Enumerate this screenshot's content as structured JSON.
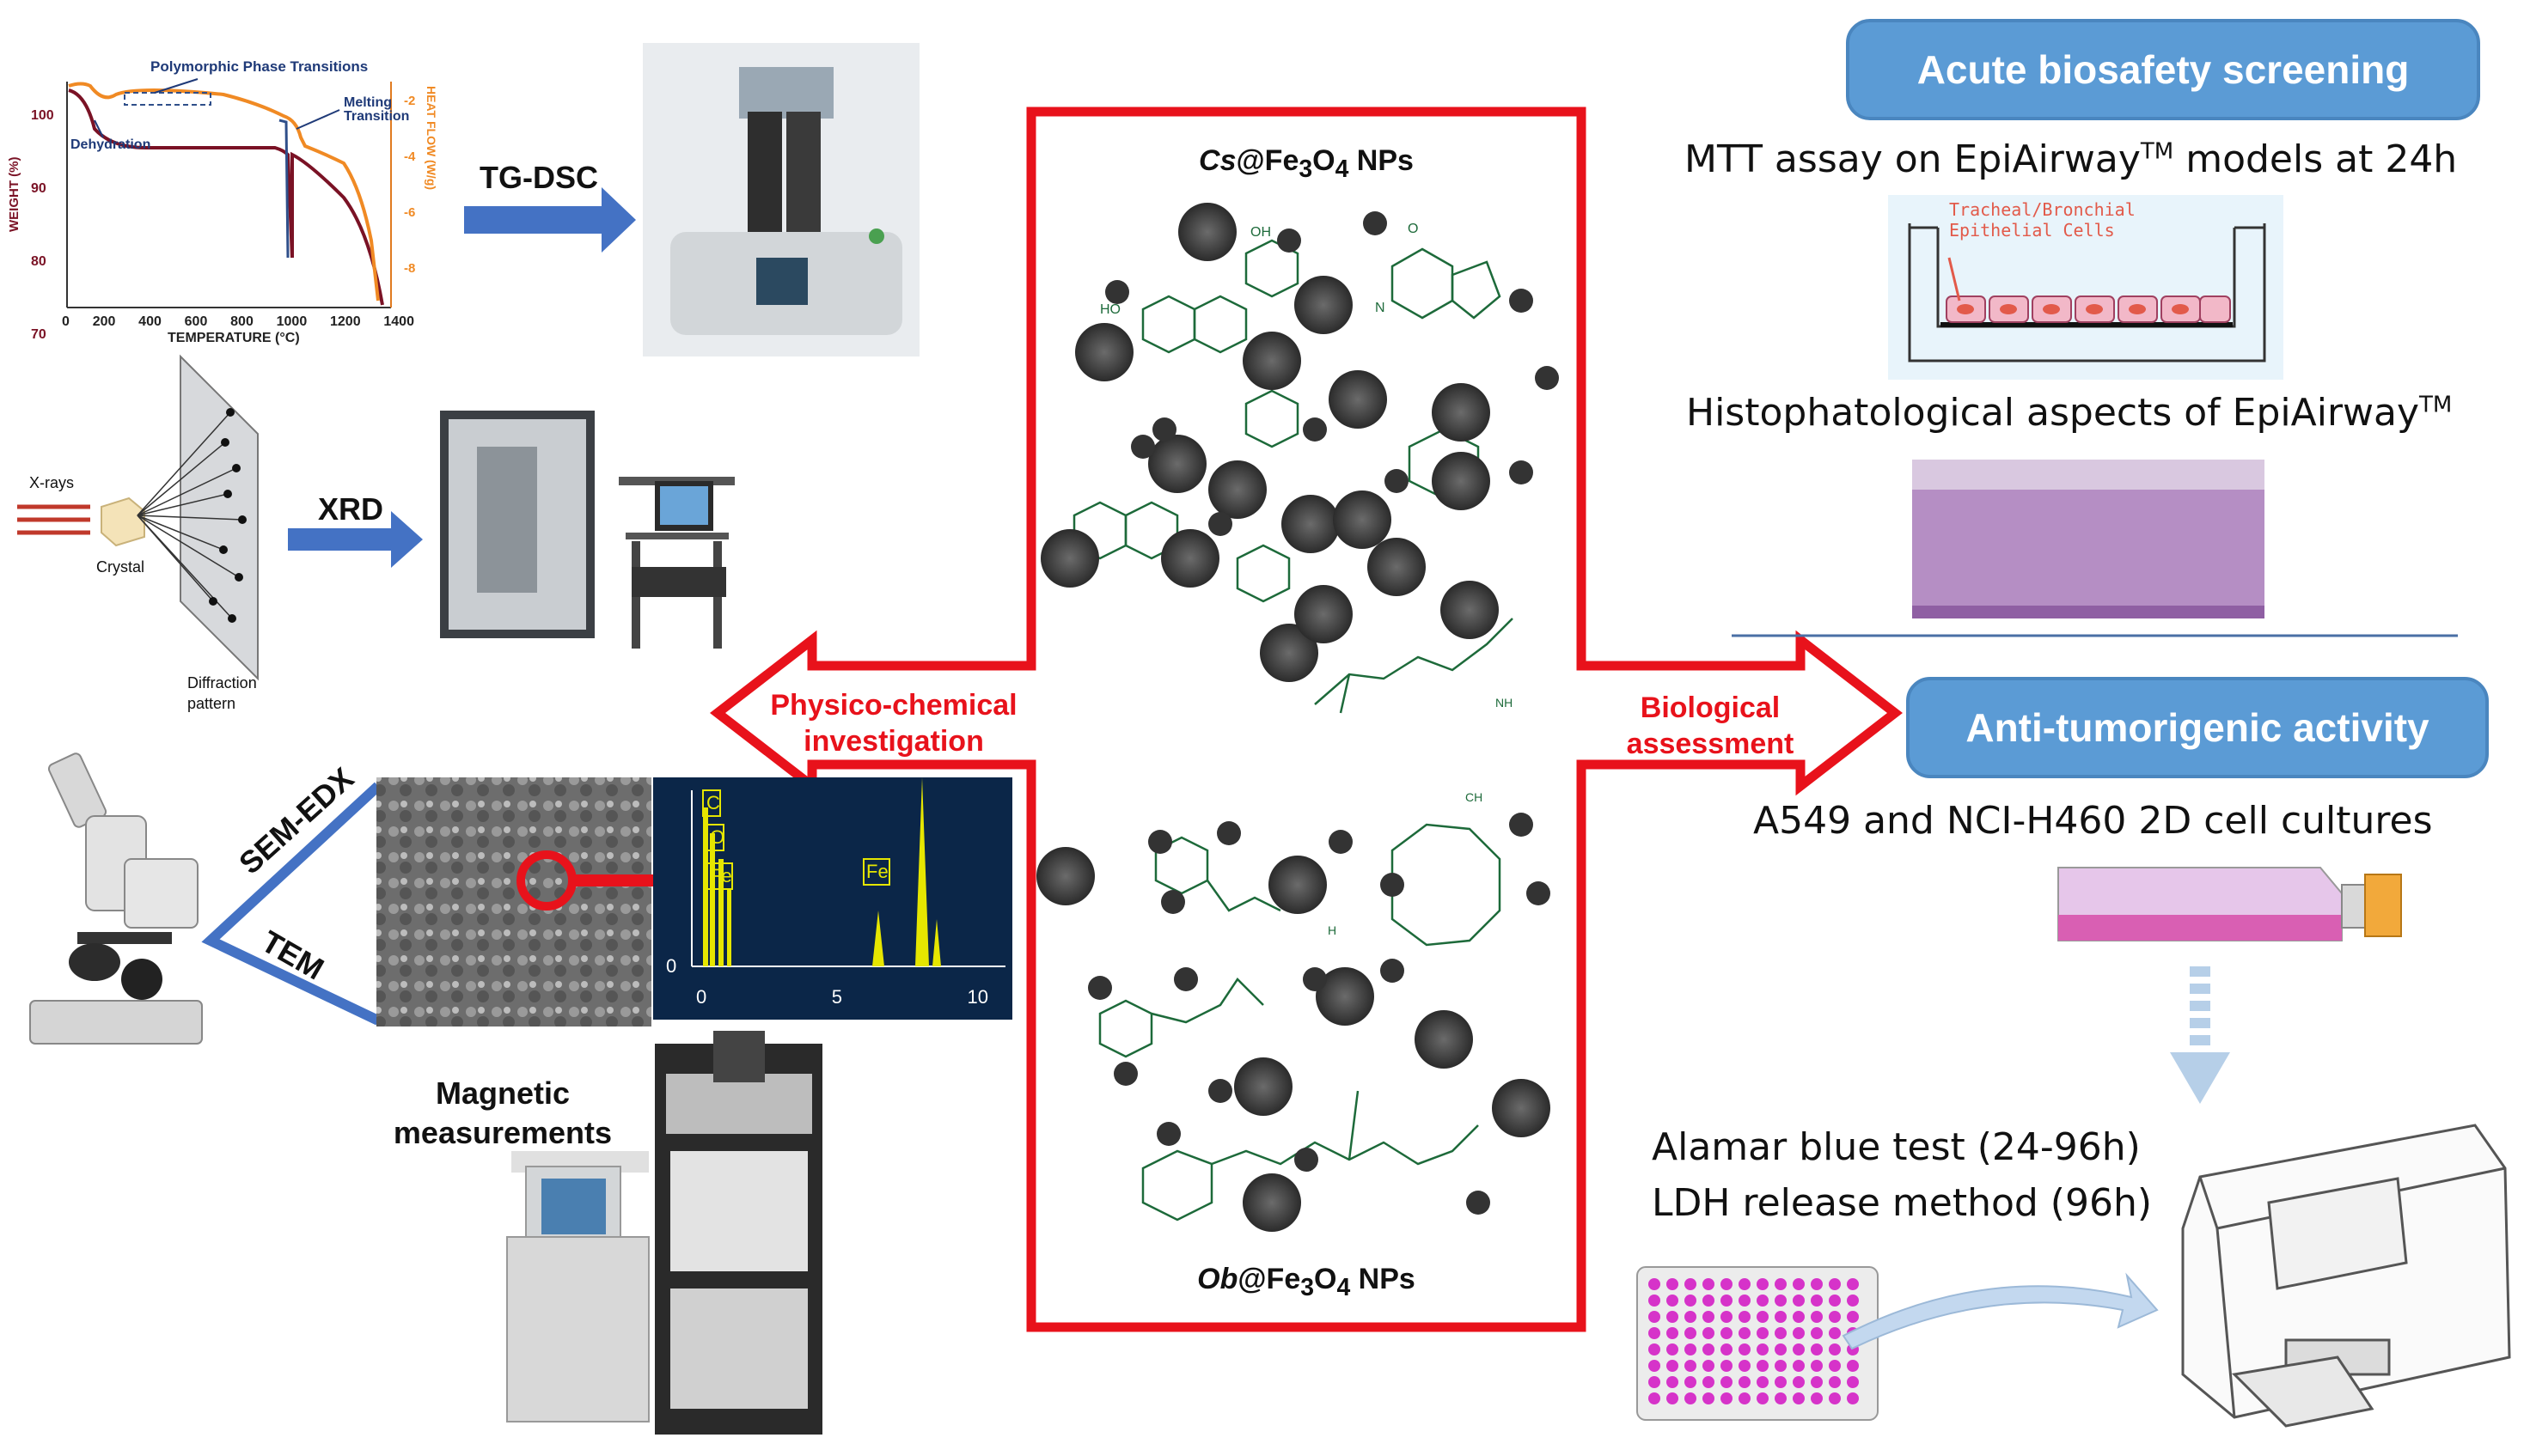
{
  "center": {
    "top_label_italic": "Cs",
    "top_label_rest": "@Fe",
    "top_sub1": "3",
    "top_mid": "O",
    "top_sub2": "4",
    "top_tail": " NPs",
    "bottom_label_italic": "Ob",
    "bottom_label_rest": "@Fe",
    "bottom_sub1": "3",
    "bottom_mid": "O",
    "bottom_sub2": "4",
    "bottom_tail": " NPs",
    "left_arrow_text_line1": "Physico-chemical",
    "left_arrow_text_line2": "investigation",
    "right_arrow_text_line1": "Biological",
    "right_arrow_text_line2": "assessment",
    "accent_color": "#e8121b"
  },
  "left": {
    "tg_dsc_label": "TG-DSC",
    "xrd_label": "XRD",
    "sem_edx_label": "SEM-EDX",
    "tem_label": "TEM",
    "magnetic_label_line1": "Magnetic",
    "magnetic_label_line2": "measurements",
    "xrd_xrays": "X-rays",
    "xrd_crystal": "Crystal",
    "xrd_diffraction_line1": "Diffraction",
    "xrd_diffraction_line2": "pattern",
    "arrow_color": "#4472c4",
    "tg_chart": {
      "annotation_polymorphic": "Polymorphic Phase Transitions",
      "annotation_melting_line1": "Melting",
      "annotation_melting_line2": "Transition",
      "annotation_dehydration": "Dehydration",
      "y_left_label": "WEIGHT (%)",
      "y_right_label": "HEAT FLOW (W/g)",
      "x_label": "TEMPERATURE (°C)",
      "y_left_ticks": [
        "100",
        "90",
        "80",
        "70"
      ],
      "y_right_ticks": [
        "-2",
        "-4",
        "-6",
        "-8"
      ],
      "x_ticks": [
        "0",
        "200",
        "400",
        "600",
        "800",
        "1000",
        "1200",
        "1400"
      ]
    },
    "edx_chart": {
      "peak_labels": [
        "C",
        "O",
        "Fe",
        "Fe"
      ],
      "x_ticks": [
        "0",
        "5",
        "10"
      ],
      "y_tick": "0"
    }
  },
  "right": {
    "acute_title": "Acute biosafety screening",
    "mtt_line_a": "MTT assay on EpiAirway",
    "mtt_tm": "TM",
    "mtt_line_b": "  models at 24h",
    "tracheal_line1": "Tracheal/Bronchial",
    "tracheal_line2": "Epithelial Cells",
    "histo_line": "Histophatological aspects of EpiAirway",
    "histo_tm": "TM",
    "anti_title": "Anti-tumorigenic activity",
    "cell_lines": "A549 and NCI-H460 2D cell cultures",
    "alamar": "Alamar blue test (24-96h)",
    "ldh": "LDH release method (96h)",
    "pill_color": "#5b9bd5"
  },
  "molecule_labels": {
    "oh": "OH",
    "ho": "HO",
    "o": "O",
    "nh2": "NH",
    "ch3": "CH",
    "h3c": "H",
    "n": "N"
  }
}
